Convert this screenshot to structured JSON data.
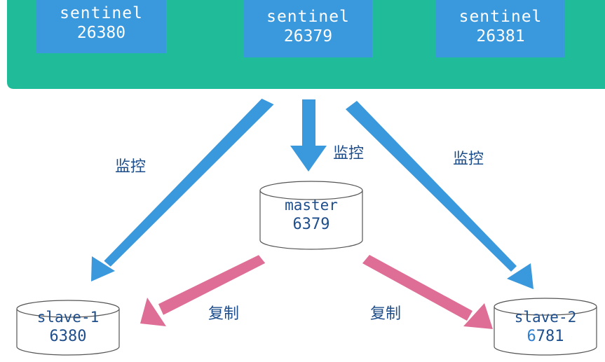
{
  "sentinels": [
    {
      "name": "sentinel",
      "port": "26380"
    },
    {
      "name": "sentinel",
      "port": "26379"
    },
    {
      "name": "sentinel",
      "port": "26381"
    }
  ],
  "labels": {
    "monitor": "监控",
    "replicate": "复制"
  },
  "master": {
    "name": "master",
    "port": "6379"
  },
  "slaves": [
    {
      "name": "slave-1",
      "port": "6380"
    },
    {
      "name": "slave-2",
      "port_first_digit": "6",
      "port_rest": "781"
    }
  ],
  "colors": {
    "sentinel_band": "#20BB98",
    "sentinel_box": "#3A98DC",
    "monitor_arrow": "#3A98DC",
    "replicate_arrow": "#DE6E96",
    "text": "#1E4E8C"
  }
}
